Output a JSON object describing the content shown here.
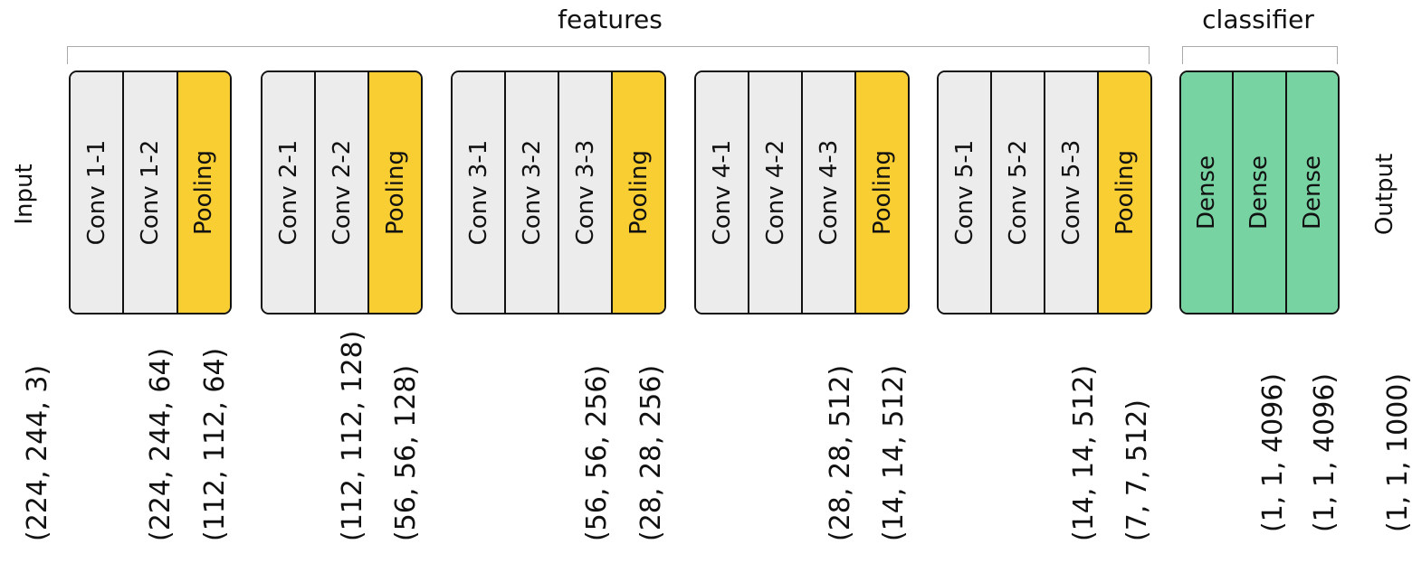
{
  "groups": {
    "features": "features",
    "classifier": "classifier"
  },
  "labels": {
    "input": "Input",
    "output": "Output"
  },
  "blocks": [
    {
      "layers": [
        "Conv 1-1",
        "Conv 1-2",
        "Pooling"
      ]
    },
    {
      "layers": [
        "Conv 2-1",
        "Conv 2-2",
        "Pooling"
      ]
    },
    {
      "layers": [
        "Conv 3-1",
        "Conv 3-2",
        "Conv 3-3",
        "Pooling"
      ]
    },
    {
      "layers": [
        "Conv 4-1",
        "Conv 4-2",
        "Conv 4-3",
        "Pooling"
      ]
    },
    {
      "layers": [
        "Conv 5-1",
        "Conv 5-2",
        "Conv 5-3",
        "Pooling"
      ]
    },
    {
      "layers": [
        "Dense",
        "Dense",
        "Dense"
      ]
    }
  ],
  "shapes": [
    "(224, 244, 3)",
    "(224, 244, 64)",
    "(112, 112, 64)",
    "(112, 112, 128)",
    "(56, 56, 128)",
    "(56, 56, 256)",
    "(28, 28, 256)",
    "(28, 28, 512)",
    "(14, 14, 512)",
    "(14, 14, 512)",
    "(7, 7, 512)",
    "(1, 1, 4096)",
    "(1, 1, 4096)",
    "(1, 1, 1000)"
  ],
  "colors": {
    "conv": "#ececec",
    "pooling": "#f8ce32",
    "dense": "#78d3a3",
    "border": "#111111",
    "bracket": "#aaaaaa"
  }
}
